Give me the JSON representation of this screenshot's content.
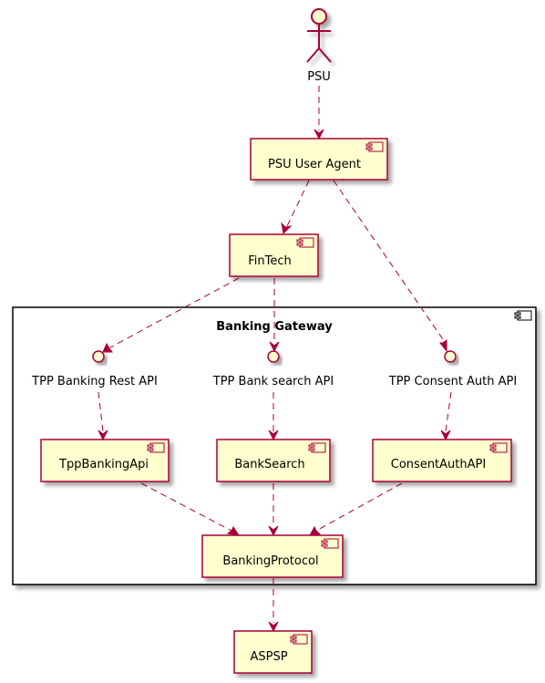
{
  "diagram": {
    "actor": {
      "label": "PSU"
    },
    "components": {
      "psu_user_agent": "PSU User Agent",
      "fintech": "FinTech",
      "tpp_banking_api": "TppBankingApi",
      "bank_search": "BankSearch",
      "consent_auth_api": "ConsentAuthAPI",
      "banking_protocol": "BankingProtocol",
      "aspsp": "ASPSP"
    },
    "interfaces": {
      "tpp_banking_rest_api": "TPP Banking Rest API",
      "tpp_bank_search_api": "TPP Bank search API",
      "tpp_consent_auth_api": "TPP Consent Auth API"
    },
    "group": {
      "label": "Banking Gateway"
    },
    "colors": {
      "fill": "#FEFECE",
      "border": "#A80036",
      "frame": "#000000"
    }
  }
}
